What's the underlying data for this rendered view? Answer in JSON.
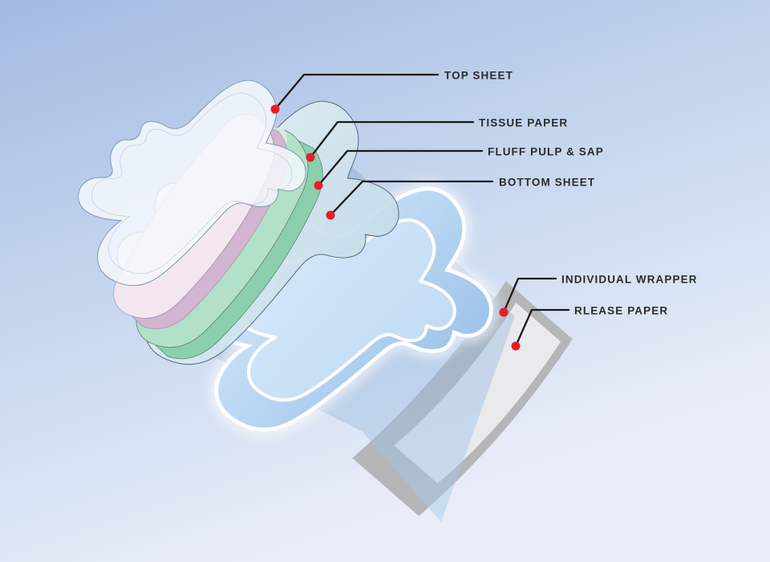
{
  "diagram": {
    "labels": [
      {
        "id": "top-sheet",
        "text": "TOP SHEET"
      },
      {
        "id": "tissue-paper",
        "text": "TISSUE PAPER"
      },
      {
        "id": "fluff-pulp-sap",
        "text": "FLUFF PULP & SAP"
      },
      {
        "id": "bottom-sheet",
        "text": "BOTTOM SHEET"
      },
      {
        "id": "individual-wrapper",
        "text": "INDIVIDUAL WRAPPER"
      },
      {
        "id": "rlease-paper",
        "text": "RLEASE PAPER"
      }
    ],
    "colors": {
      "background_top": "#a2bbe1",
      "background_mid": "#c7d7ee",
      "background_bottom": "#e9edf8",
      "leader_line": "#1b1b1b",
      "marker_dot": "#ec1b21",
      "label_text": "#2b2b2b",
      "top_sheet": "#f5f9fd",
      "top_sheet_outline": "#8299b1",
      "tissue_top": "#f3e6f0",
      "tissue_side": "#d2b5d0",
      "fluff_top": "#b2e0c9",
      "fluff_side": "#8ccfae",
      "fluff_highlight": "#d9f1e4",
      "bottom_sheet_light": "#e6f2f6",
      "bottom_sheet_dark": "#c4dce9",
      "pad_light": "#d3e7f8",
      "pad_dark": "#9fc4ea",
      "pad_outline": "#ffffff",
      "wrapper": "#b5b6ba",
      "release_paper": "#e9eaee"
    }
  }
}
